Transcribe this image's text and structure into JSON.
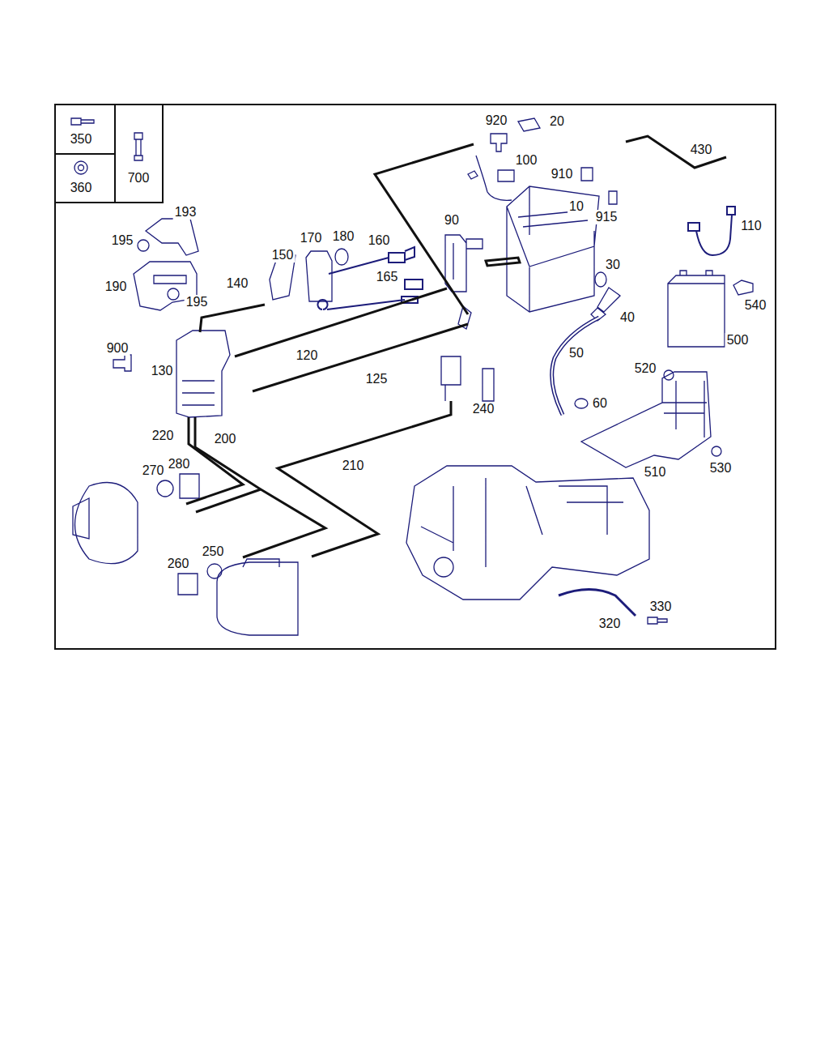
{
  "diagram": {
    "labels": [
      "350",
      "360",
      "700",
      "920",
      "20",
      "100",
      "430",
      "910",
      "10",
      "915",
      "110",
      "193",
      "195",
      "150",
      "170",
      "180",
      "160",
      "90",
      "30",
      "190",
      "195",
      "140",
      "165",
      "540",
      "40",
      "500",
      "900",
      "120",
      "50",
      "130",
      "125",
      "520",
      "60",
      "240",
      "220",
      "200",
      "510",
      "530",
      "270",
      "280",
      "210",
      "250",
      "260",
      "330",
      "320"
    ]
  }
}
